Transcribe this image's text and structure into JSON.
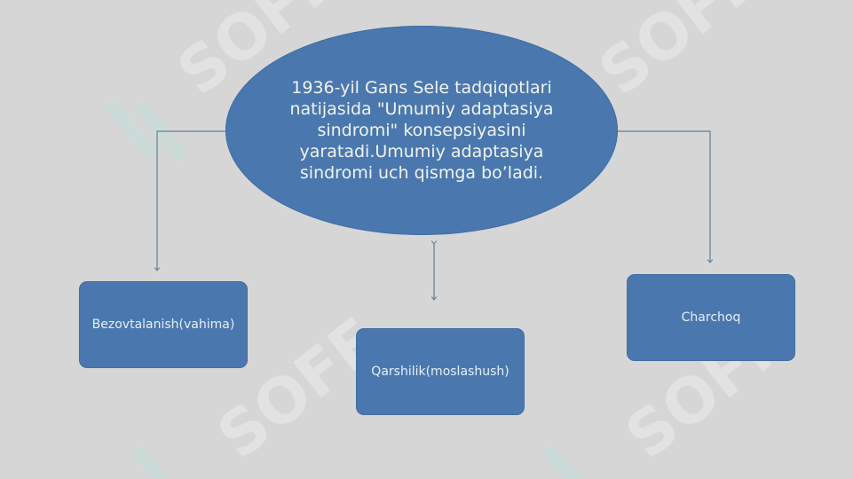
{
  "diagram": {
    "center_text": "1936-yil Gans Sele tadqiqotlari natijasida \"Umumiy adaptasiya sindromi\" konsepsiyasini yaratadi.Umumiy adaptasiya sindromi uch qismga bo’ladi.",
    "stages": {
      "left": "Bezovtalanish(vahima)",
      "middle": "Qarshilik(moslashush)",
      "right": "Charchoq"
    }
  },
  "watermark": {
    "text": "SOFF"
  },
  "colors": {
    "background": "#d6d6d6",
    "shape_fill": "#4a78ae",
    "connector": "#5f7f99"
  }
}
